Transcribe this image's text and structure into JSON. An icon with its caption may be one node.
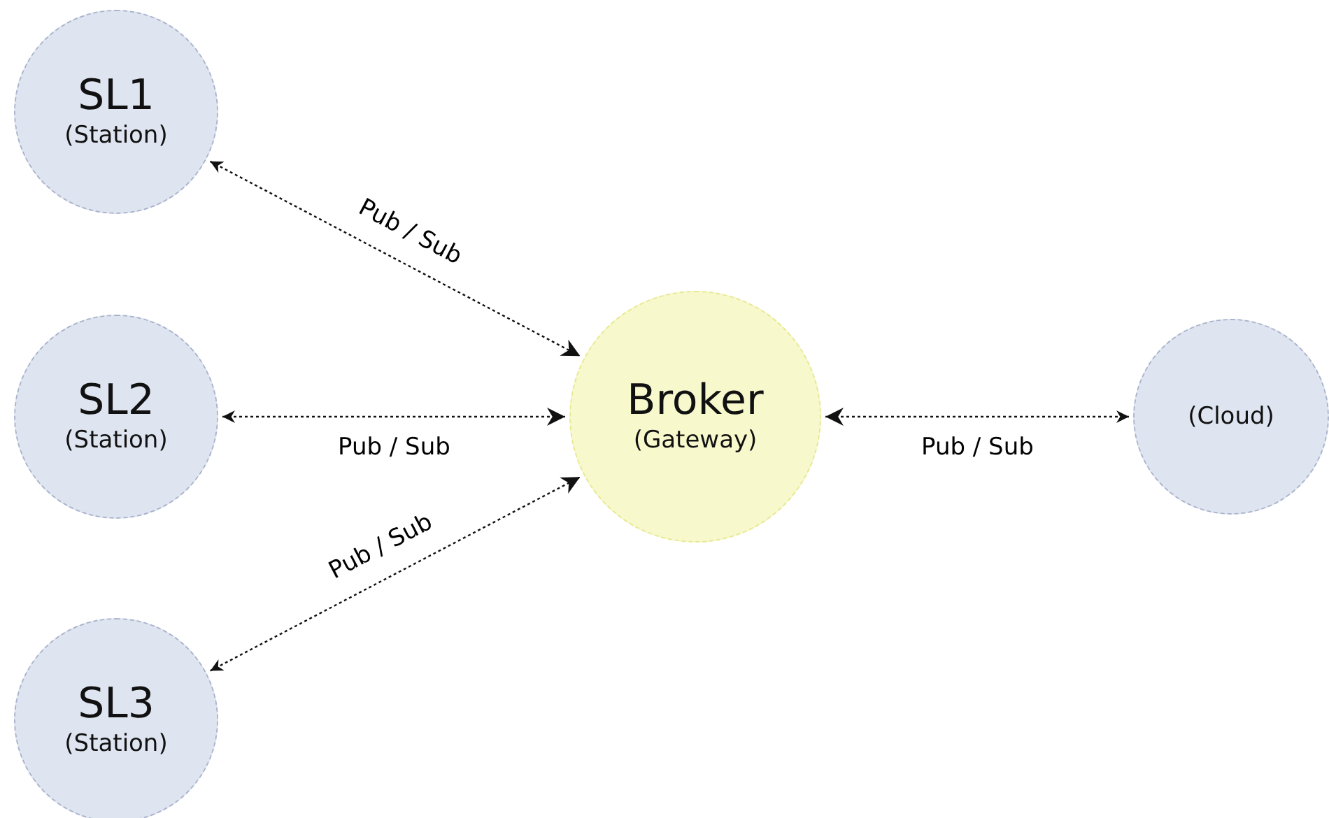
{
  "diagram": {
    "nodes": [
      {
        "text": [
          "SL1",
          "(Station)"
        ]
      },
      {
        "text": [
          "SL2",
          "(Station)"
        ]
      },
      {
        "text": [
          "SL3",
          "(Station)"
        ]
      },
      {
        "text": [
          "Broker",
          "(Gateway)"
        ]
      },
      {
        "text": [
          "(Cloud)"
        ]
      }
    ],
    "edges": [
      {
        "from": 0,
        "to": 3,
        "arrow": "both",
        "label": "Pub / Sub"
      },
      {
        "from": 1,
        "to": 3,
        "arrow": "both",
        "label": "Pub / Sub"
      },
      {
        "from": 2,
        "to": 3,
        "arrow": "both",
        "label": "Pub / Sub"
      },
      {
        "from": 4,
        "to": 3,
        "arrow": "both",
        "label": "Pub / Sub"
      }
    ]
  }
}
